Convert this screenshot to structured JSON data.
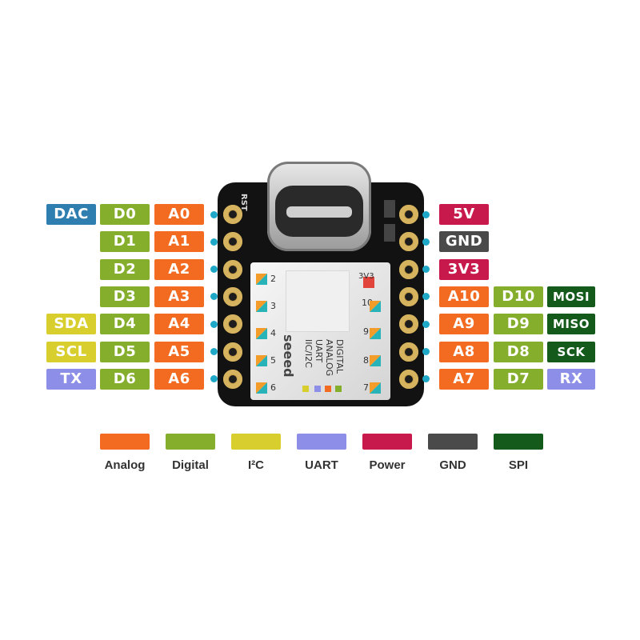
{
  "colors": {
    "analog": "#f26b21",
    "digital": "#84ae2c",
    "i2c": "#d8cf2e",
    "uart": "#8c8ee8",
    "power": "#c8194d",
    "gnd": "#4a4a4a",
    "spi": "#135a1b",
    "dac": "#2f7eb0",
    "pin_dot": "#1fa7c8"
  },
  "left_pins": [
    {
      "extra": "DAC",
      "extra_type": "dac",
      "digital": "D0",
      "analog": "A0"
    },
    {
      "extra": "",
      "extra_type": "",
      "digital": "D1",
      "analog": "A1"
    },
    {
      "extra": "",
      "extra_type": "",
      "digital": "D2",
      "analog": "A2"
    },
    {
      "extra": "",
      "extra_type": "",
      "digital": "D3",
      "analog": "A3"
    },
    {
      "extra": "SDA",
      "extra_type": "i2c",
      "digital": "D4",
      "analog": "A4"
    },
    {
      "extra": "SCL",
      "extra_type": "i2c",
      "digital": "D5",
      "analog": "A5"
    },
    {
      "extra": "TX",
      "extra_type": "uart",
      "digital": "D6",
      "analog": "A6"
    }
  ],
  "right_pins": [
    {
      "primary": "5V",
      "primary_type": "power",
      "digital": "",
      "extra": "",
      "extra_type": ""
    },
    {
      "primary": "GND",
      "primary_type": "gnd",
      "digital": "",
      "extra": "",
      "extra_type": ""
    },
    {
      "primary": "3V3",
      "primary_type": "power",
      "digital": "",
      "extra": "",
      "extra_type": ""
    },
    {
      "primary": "A10",
      "primary_type": "analog",
      "digital": "D10",
      "extra": "MOSI",
      "extra_type": "spi"
    },
    {
      "primary": "A9",
      "primary_type": "analog",
      "digital": "D9",
      "extra": "MISO",
      "extra_type": "spi"
    },
    {
      "primary": "A8",
      "primary_type": "analog",
      "digital": "D8",
      "extra": "SCK",
      "extra_type": "spi"
    },
    {
      "primary": "A7",
      "primary_type": "analog",
      "digital": "D7",
      "extra": "RX",
      "extra_type": "uart"
    }
  ],
  "board": {
    "rst_label": "RST",
    "brand": "seeed",
    "silk_left_numbers": [
      "2",
      "3",
      "4",
      "5",
      "6"
    ],
    "silk_right_numbers": [
      "3V3",
      "10",
      "9",
      "8",
      "7"
    ],
    "silk_legend": [
      "IIC/I2C",
      "UART",
      "ANALOG",
      "DIGITAL"
    ]
  },
  "legend": [
    {
      "label": "Analog",
      "type": "analog"
    },
    {
      "label": "Digital",
      "type": "digital"
    },
    {
      "label": "I²C",
      "type": "i2c"
    },
    {
      "label": "UART",
      "type": "uart"
    },
    {
      "label": "Power",
      "type": "power"
    },
    {
      "label": "GND",
      "type": "gnd"
    },
    {
      "label": "SPI",
      "type": "spi"
    }
  ]
}
